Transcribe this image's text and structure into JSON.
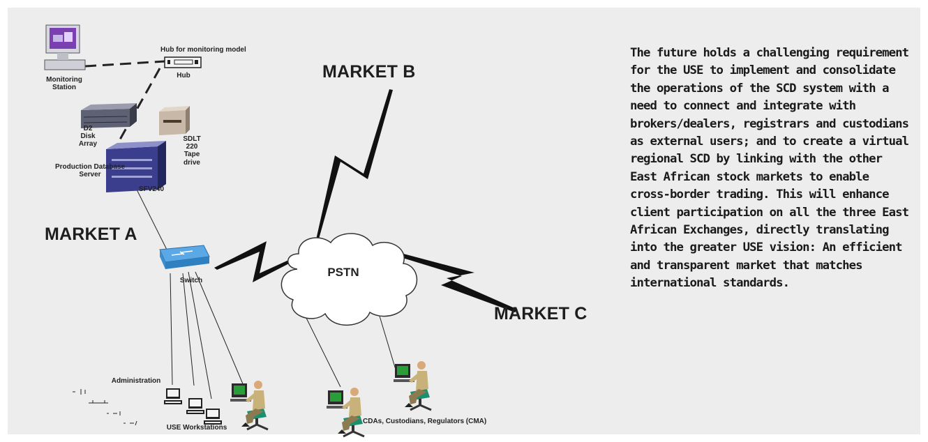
{
  "labels": {
    "monitoring_station": "Monitoring Station",
    "hub_title": "Hub for monitoring model",
    "hub": "Hub",
    "disk_array": "D2 Disk Array",
    "tape_drive": "SDLT 220 Tape drive",
    "db_server": "Production Database Server",
    "server_model": "SFV240",
    "switch": "Switch",
    "pstn": "PSTN",
    "administration": "Administration",
    "use_workstations": "USE Workstations",
    "external_users": "CDAs, Custodians, Regulators (CMA)"
  },
  "markets": {
    "a": "MARKET A",
    "b": "MARKET B",
    "c": "MARKET C"
  },
  "description": "The future holds a challenging requirement for the USE to implement and consolidate the operations of the SCD system with a need to connect and integrate with brokers/dealers, registrars and custodians as external users; and to create a virtual regional SCD by linking with the other East African stock markets to enable cross-border trading. This will enhance client participation on all the three East African Exchanges, directly translating into the greater USE vision: An efficient and transparent market that matches international standards.",
  "colors": {
    "background": "#ededed",
    "switch": "#5aa9e6",
    "server": "#3a3e8c",
    "chair": "#1d8f6e"
  },
  "icons": [
    "monitor-icon",
    "hub-icon",
    "disk-array-icon",
    "tape-drive-icon",
    "server-icon",
    "switch-icon",
    "cloud-icon",
    "workstation-icon",
    "operator-icon",
    "lightning-link-icon"
  ]
}
